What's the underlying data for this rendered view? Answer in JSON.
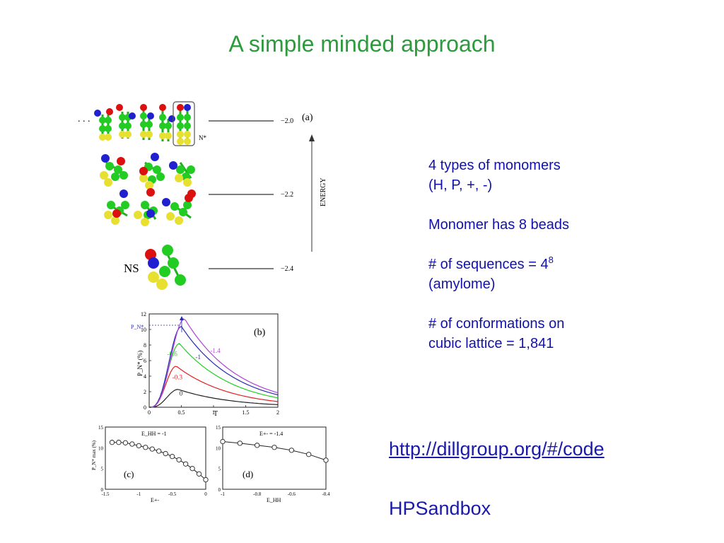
{
  "slide": {
    "title": "A simple minded approach",
    "bullets": {
      "line1a": "4 types of monomers",
      "line1b": "(H, P, +, -)",
      "line2": "Monomer has 8 beads",
      "line3a": "# of sequences = 4",
      "line3sup": "8",
      "line3b": "(amylome)",
      "line4a": "# of conformations on",
      "line4b": "cubic lattice = 1,841"
    },
    "link": "http://dillgroup.org/#/code",
    "software": "HPSandbox"
  },
  "figure_a": {
    "panel_label": "(a)",
    "energy_axis_label": "ENERGY",
    "levels": [
      "−2.0",
      "−2.2",
      "−2.4"
    ],
    "ns_label": "NS",
    "nstar_label": "N*",
    "ellipsis": ". . ."
  },
  "chart_data": [
    {
      "type": "line",
      "panel": "(b)",
      "xlabel": "T",
      "ylabel": "P_N* (%)",
      "xlim": [
        0,
        2
      ],
      "ylim": [
        0,
        12
      ],
      "xticks": [
        "0",
        "0.5",
        "1",
        "1.5",
        "2"
      ],
      "yticks": [
        "0",
        "2",
        "4",
        "6",
        "8",
        "10",
        "12"
      ],
      "annotation": "P_N*",
      "series": [
        {
          "name": "0",
          "color": "#222222",
          "peak_x": 0.45,
          "peak_y": 2.3
        },
        {
          "name": "-0.3",
          "color": "#e02020",
          "peak_x": 0.42,
          "peak_y": 5.3
        },
        {
          "name": "-0.6",
          "color": "#20d020",
          "peak_x": 0.47,
          "peak_y": 8.2
        },
        {
          "name": "-1",
          "color": "#2a2ab0",
          "peak_x": 0.5,
          "peak_y": 10.4
        },
        {
          "name": "-1.4",
          "color": "#b040d8",
          "peak_x": 0.55,
          "peak_y": 11.4
        }
      ]
    },
    {
      "type": "line",
      "panel": "(c)",
      "title": "E_HH = -1",
      "xlabel": "E+-",
      "ylabel": "P_N* max (%)",
      "xlim": [
        -1.5,
        0
      ],
      "ylim": [
        0,
        15
      ],
      "xticks": [
        "-1.5",
        "-1",
        "-0.5",
        "0"
      ],
      "yticks": [
        "0",
        "5",
        "10",
        "15"
      ],
      "x": [
        -1.4,
        -1.3,
        -1.2,
        -1.1,
        -1.0,
        -0.9,
        -0.8,
        -0.7,
        -0.6,
        -0.5,
        -0.4,
        -0.3,
        -0.2,
        -0.1,
        0.0
      ],
      "y": [
        11.3,
        11.3,
        11.2,
        10.9,
        10.5,
        10.1,
        9.7,
        9.2,
        8.6,
        7.9,
        7.1,
        6.1,
        5.0,
        3.7,
        2.3
      ]
    },
    {
      "type": "line",
      "panel": "(d)",
      "title": "E+- = -1.4",
      "xlabel": "E_HH",
      "ylabel": "",
      "xlim": [
        -1,
        -0.4
      ],
      "ylim": [
        0,
        15
      ],
      "xticks": [
        "-1",
        "-0.8",
        "-0.6",
        "-0.4"
      ],
      "yticks": [
        "0",
        "5",
        "10",
        "15"
      ],
      "x": [
        -1.0,
        -0.9,
        -0.8,
        -0.7,
        -0.6,
        -0.5,
        -0.4
      ],
      "y": [
        11.5,
        11.1,
        10.6,
        10.1,
        9.4,
        8.4,
        7.0
      ]
    }
  ]
}
